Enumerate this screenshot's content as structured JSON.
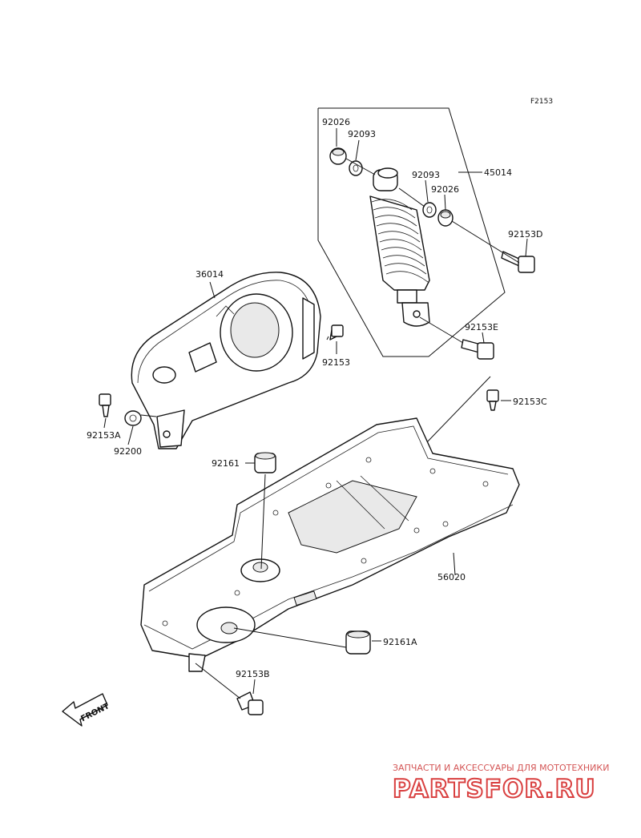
{
  "figure_code": "F2153",
  "parts": {
    "p92026_top": "92026",
    "p92093_top": "92093",
    "p45014": "45014",
    "p92093_mid": "92093",
    "p92026_mid": "92026",
    "p92153D": "92153D",
    "p36014": "36014",
    "p92153E": "92153E",
    "p92153": "92153",
    "p92153C": "92153C",
    "p92153A": "92153A",
    "p92200": "92200",
    "p92161": "92161",
    "p56020": "56020",
    "p92161A": "92161A",
    "p92153B": "92153B"
  },
  "front_arrow": "FRONT",
  "watermark": {
    "tagline": "ЗАПЧАСТИ И АКСЕССУАРЫ ДЛЯ МОТОТЕХНИКИ",
    "brand": "PARTSFOR.RU",
    "color": "#d94040"
  }
}
